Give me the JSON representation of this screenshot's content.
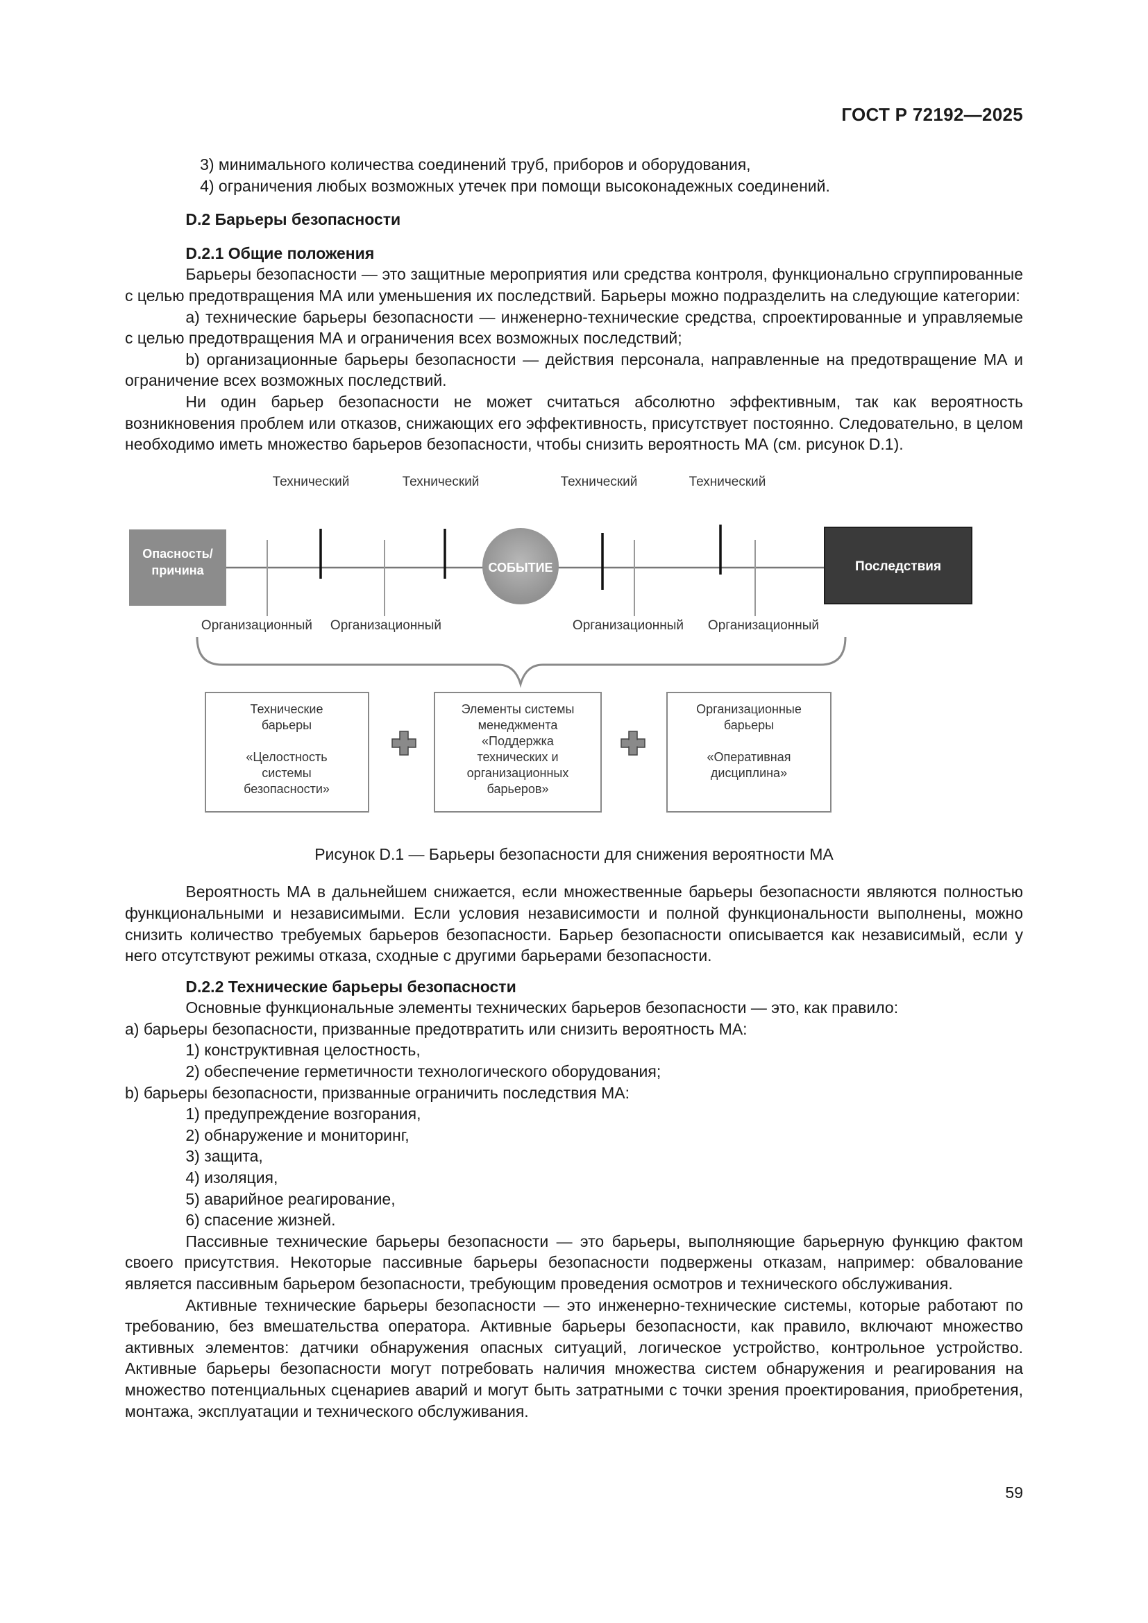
{
  "header": {
    "doc_id": "ГОСТ Р 72192—2025"
  },
  "top_list": [
    "3) минимального количества соединений труб, приборов и оборудования,",
    "4) ограничения любых возможных утечек при помощи высоконадежных соединений."
  ],
  "section_d2": {
    "title": "D.2 Барьеры безопасности"
  },
  "section_d21": {
    "title": "D.2.1 Общие положения",
    "p1": "Барьеры безопасности — это защитные мероприятия или средства контроля, функционально сгруппированные с целью предотвращения МА или уменьшения их последствий. Барьеры можно подразделить на следующие категории:",
    "item_a": "а) технические барьеры безопасности — инженерно-технические средства, спроектированные и управляемые с целью предотвращения МА и ограничения всех возможных последствий;",
    "item_b": "b) организационные барьеры безопасности — действия персонала, направленные на предотвращение МА и ограничение всех возможных последствий.",
    "p2": "Ни один барьер безопасности не может считаться абсолютно эффективным, так как вероятность возникновения проблем или отказов, снижающих его эффективность, присутствует постоянно. Следовательно, в целом необходимо иметь множество барьеров безопасности, чтобы снизить вероятность МА (см. рисунок D.1)."
  },
  "figure": {
    "top_labels": [
      "Технический",
      "Технический",
      "Технический",
      "Технический"
    ],
    "bottom_labels": [
      "Организационный",
      "Организационный",
      "Организационный",
      "Организационный"
    ],
    "hazard_line1": "Опасность/",
    "hazard_line2": "причина",
    "event": "СОБЫТИЕ",
    "consequence": "Последствия",
    "box1": [
      "Технические",
      "барьеры",
      "",
      "«Целостность",
      "системы",
      "безопасности»"
    ],
    "box2": [
      "Элементы системы",
      "менеджмента",
      "«Поддержка",
      "технических и",
      "организационных",
      "барьеров»"
    ],
    "box3": [
      "Организационные",
      "барьеры",
      "",
      "«Оперативная",
      "дисциплина»"
    ],
    "caption": "Рисунок D.1 — Барьеры безопасности для снижения вероятности МА",
    "colors": {
      "hazard": "#8c8c8c",
      "consequence": "#3a3a3a",
      "event": "#9a9a9a"
    }
  },
  "after_fig": {
    "p1": "Вероятность МА в дальнейшем снижается, если множественные барьеры безопасности являются полностью функциональными и независимыми. Если условия независимости и полной функциональности выполнены, можно снизить количество требуемых барьеров безопасности. Барьер безопасности описывается как независимый, если у него отсутствуют режимы отказа, сходные с другими барьерами безопасности."
  },
  "section_d22": {
    "title": "D.2.2 Технические барьеры безопасности",
    "intro": "Основные функциональные элементы технических барьеров безопасности — это, как правило:",
    "a": "а) барьеры безопасности, призванные предотвратить или снизить вероятность МА:",
    "a_items": [
      "1) конструктивная целостность,",
      "2) обеспечение герметичности технологического оборудования;"
    ],
    "b": "b) барьеры безопасности, призванные ограничить последствия МА:",
    "b_items": [
      "1) предупреждение возгорания,",
      "2) обнаружение и мониторинг,",
      "3) защита,",
      "4) изоляция,",
      "5) аварийное реагирование,",
      "6) спасение жизней."
    ],
    "p_passive": "Пассивные технические барьеры безопасности — это барьеры, выполняющие барьерную функцию фактом своего присутствия. Некоторые пассивные барьеры безопасности подвержены отказам, например: обвалование является пассивным барьером безопасности, требующим проведения осмотров и технического обслуживания.",
    "p_active": "Активные технические барьеры безопасности — это инженерно-технические системы, которые работают по требованию, без вмешательства оператора. Активные барьеры безопасности, как правило, включают множество активных элементов: датчики обнаружения опасных ситуаций, логическое устройство, контрольное устройство. Активные барьеры безопасности могут потребовать наличия множества систем обнаружения и реагирования на множество потенциальных сценариев аварий и могут быть затратными с точки зрения проектирования, приобретения, монтажа, эксплуатации и технического обслуживания."
  },
  "footer": {
    "page_number": "59"
  }
}
